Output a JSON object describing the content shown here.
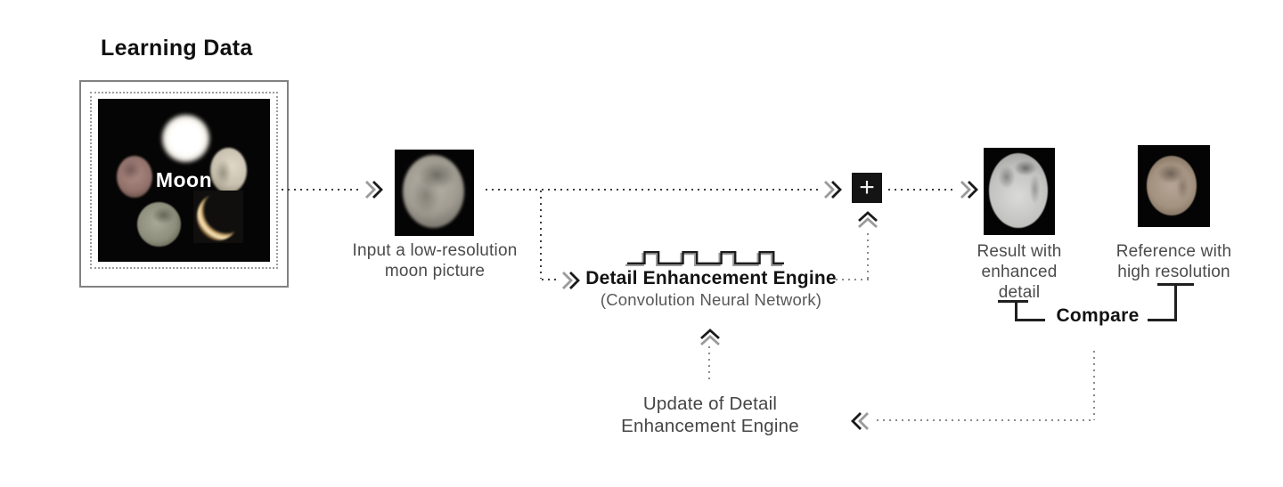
{
  "learning": {
    "title": "Learning Data",
    "moon_label": "Moon"
  },
  "input": {
    "caption": "Input a low-resolution\nmoon picture"
  },
  "engine": {
    "title": "Detail Enhancement Engine",
    "subtitle": "(Convolution Neural Network)",
    "icon": "square-wave-icon"
  },
  "merge": {
    "plus_symbol": "+"
  },
  "result": {
    "caption": "Result with\nenhanced\ndetail"
  },
  "reference": {
    "caption": "Reference with\nhigh resolution"
  },
  "compare": {
    "label": "Compare"
  },
  "update": {
    "caption": "Update of Detail\nEnhancement Engine"
  },
  "icons": {
    "forward_arrows": "double-chevron-right-icon",
    "upward_arrows": "double-chevron-up-icon",
    "backward_arrow": "double-chevron-left-icon",
    "engine_icon": "square-wave-icon",
    "merge_icon": "plus-icon"
  },
  "colors": {
    "background": "#ffffff",
    "text_dark": "#121212",
    "text_gray": "#4b4b4b",
    "chevron_black": "#1a1a1a",
    "chevron_gray": "#9a9a9a",
    "dotted_dark": "#3b3b3b",
    "dotted_gray": "#8b8b8b",
    "plus_box_bg": "#141414",
    "collage_bg": "#050505"
  }
}
